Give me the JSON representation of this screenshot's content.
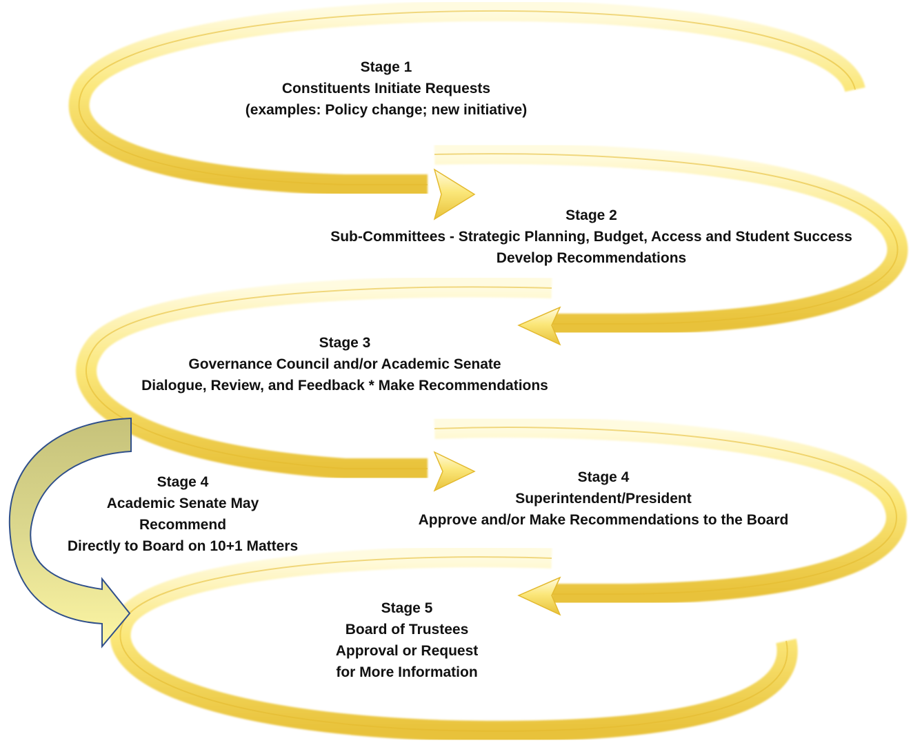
{
  "stages": {
    "s1": {
      "title": "Stage 1",
      "line1": "Constituents Initiate Requests",
      "line2": "(examples: Policy change; new initiative)"
    },
    "s2": {
      "title": "Stage 2",
      "line1": "Sub-Committees - Strategic Planning, Budget, Access and Student Success",
      "line2": "Develop Recommendations"
    },
    "s3": {
      "title": "Stage 3",
      "line1": "Governance Council and/or Academic Senate",
      "line2": "Dialogue, Review, and Feedback * Make Recommendations"
    },
    "s4_senate": {
      "title": "Stage 4",
      "line1": "Academic Senate May",
      "line2": "Recommend",
      "line3": "Directly to Board on 10+1 Matters"
    },
    "s4_president": {
      "title": "Stage 4",
      "line1": "Superintendent/President",
      "line2": "Approve and/or Make Recommendations to the Board"
    },
    "s5": {
      "title": "Stage 5",
      "line1": "Board of Trustees",
      "line2": "Approval or Request",
      "line3": "for More Information"
    }
  },
  "colors": {
    "band_light": "#fffbe0",
    "band_mid": "#fbe77a",
    "band_dark": "#e8c23a",
    "side_arrow_dark": "#c6c27a",
    "side_arrow_light": "#fdf6a4",
    "side_arrow_outline": "#2f4f8a",
    "text": "#111111"
  }
}
